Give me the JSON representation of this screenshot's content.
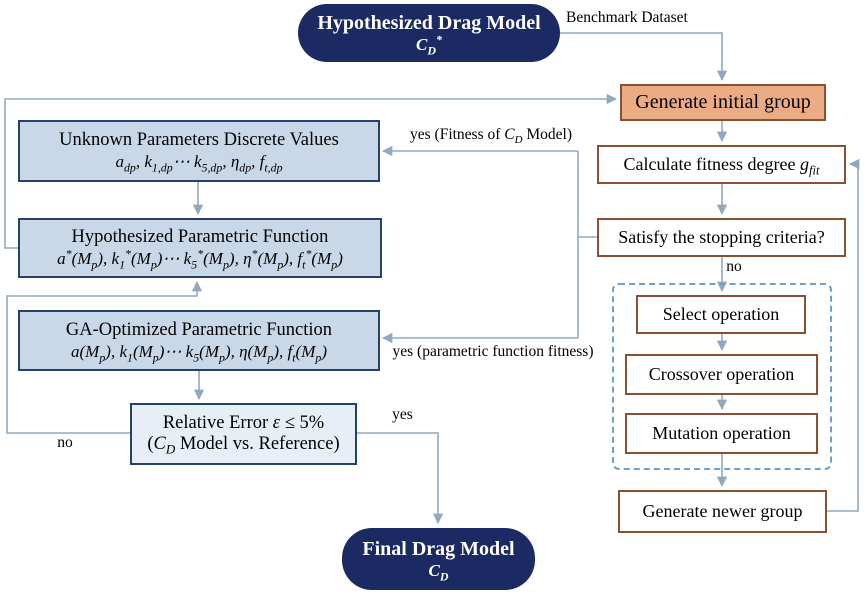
{
  "colors": {
    "navy": "#1b2a63",
    "border_navy": "#24416e",
    "box_blue": "#c9d8e8",
    "box_blue_light": "#e8eef6",
    "orange": "#ebac85",
    "border_brown": "#8b4f33",
    "dashed_blue": "#6fa0c8",
    "line": "#92a8bf",
    "text": "#000000"
  },
  "flowchart": {
    "start_node": {
      "title": "Hypothesized Drag Model",
      "symbol_html": "C<sub>D</sub><sup>*</sup>"
    },
    "end_node": {
      "title": "Final Drag Model",
      "symbol_html": "C<sub>D</sub>"
    },
    "left_column": {
      "unknown_params": {
        "title": "Unknown Parameters Discrete Values",
        "formula_html": "a<sub>dp</sub>, k<sub>1,dp</sub>⋯ k<sub>5,dp</sub>, η<sub>dp</sub>, f<sub>t,dp</sub>"
      },
      "hyp_param_fn": {
        "title": "Hypothesized Parametric Function",
        "formula_html": "a<sup>*</sup>(M<sub>p</sub>), k<sub>1</sub><sup>*</sup>(M<sub>p</sub>)⋯ k<sub>5</sub><sup>*</sup>(M<sub>p</sub>), η<sup>*</sup>(M<sub>p</sub>), f<sub>t</sub><sup>*</sup>(M<sub>p</sub>)"
      },
      "ga_opt_fn": {
        "title": "GA-Optimized Parametric Function",
        "formula_html": "a(M<sub>p</sub>), k<sub>1</sub>(M<sub>p</sub>)⋯ k<sub>5</sub>(M<sub>p</sub>), η(M<sub>p</sub>), f<sub>t</sub>(M<sub>p</sub>)"
      },
      "rel_error": {
        "line1_html": "Relative Error <i>ε</i> ≤ 5%",
        "line2_html": "(<i>C<sub>D</sub></i> Model vs. Reference)"
      }
    },
    "right_column": {
      "generate_initial": "Generate initial group",
      "calc_fitness_html": "Calculate fitness degree <i>g<sub>fit</sub></i>",
      "satisfy": "Satisfy the stopping criteria?",
      "select_op": "Select operation",
      "crossover_op": "Crossover operation",
      "mutation_op": "Mutation operation",
      "generate_newer": "Generate newer group"
    },
    "edge_labels": {
      "benchmark": "Benchmark Dataset",
      "yes_fitness_html": "yes (Fitness of <i>C<sub>D</sub></i> Model)",
      "yes_param": "yes (parametric function fitness)",
      "no_satisfy": "no",
      "no_rel_error": "no",
      "yes_rel_error": "yes"
    }
  }
}
